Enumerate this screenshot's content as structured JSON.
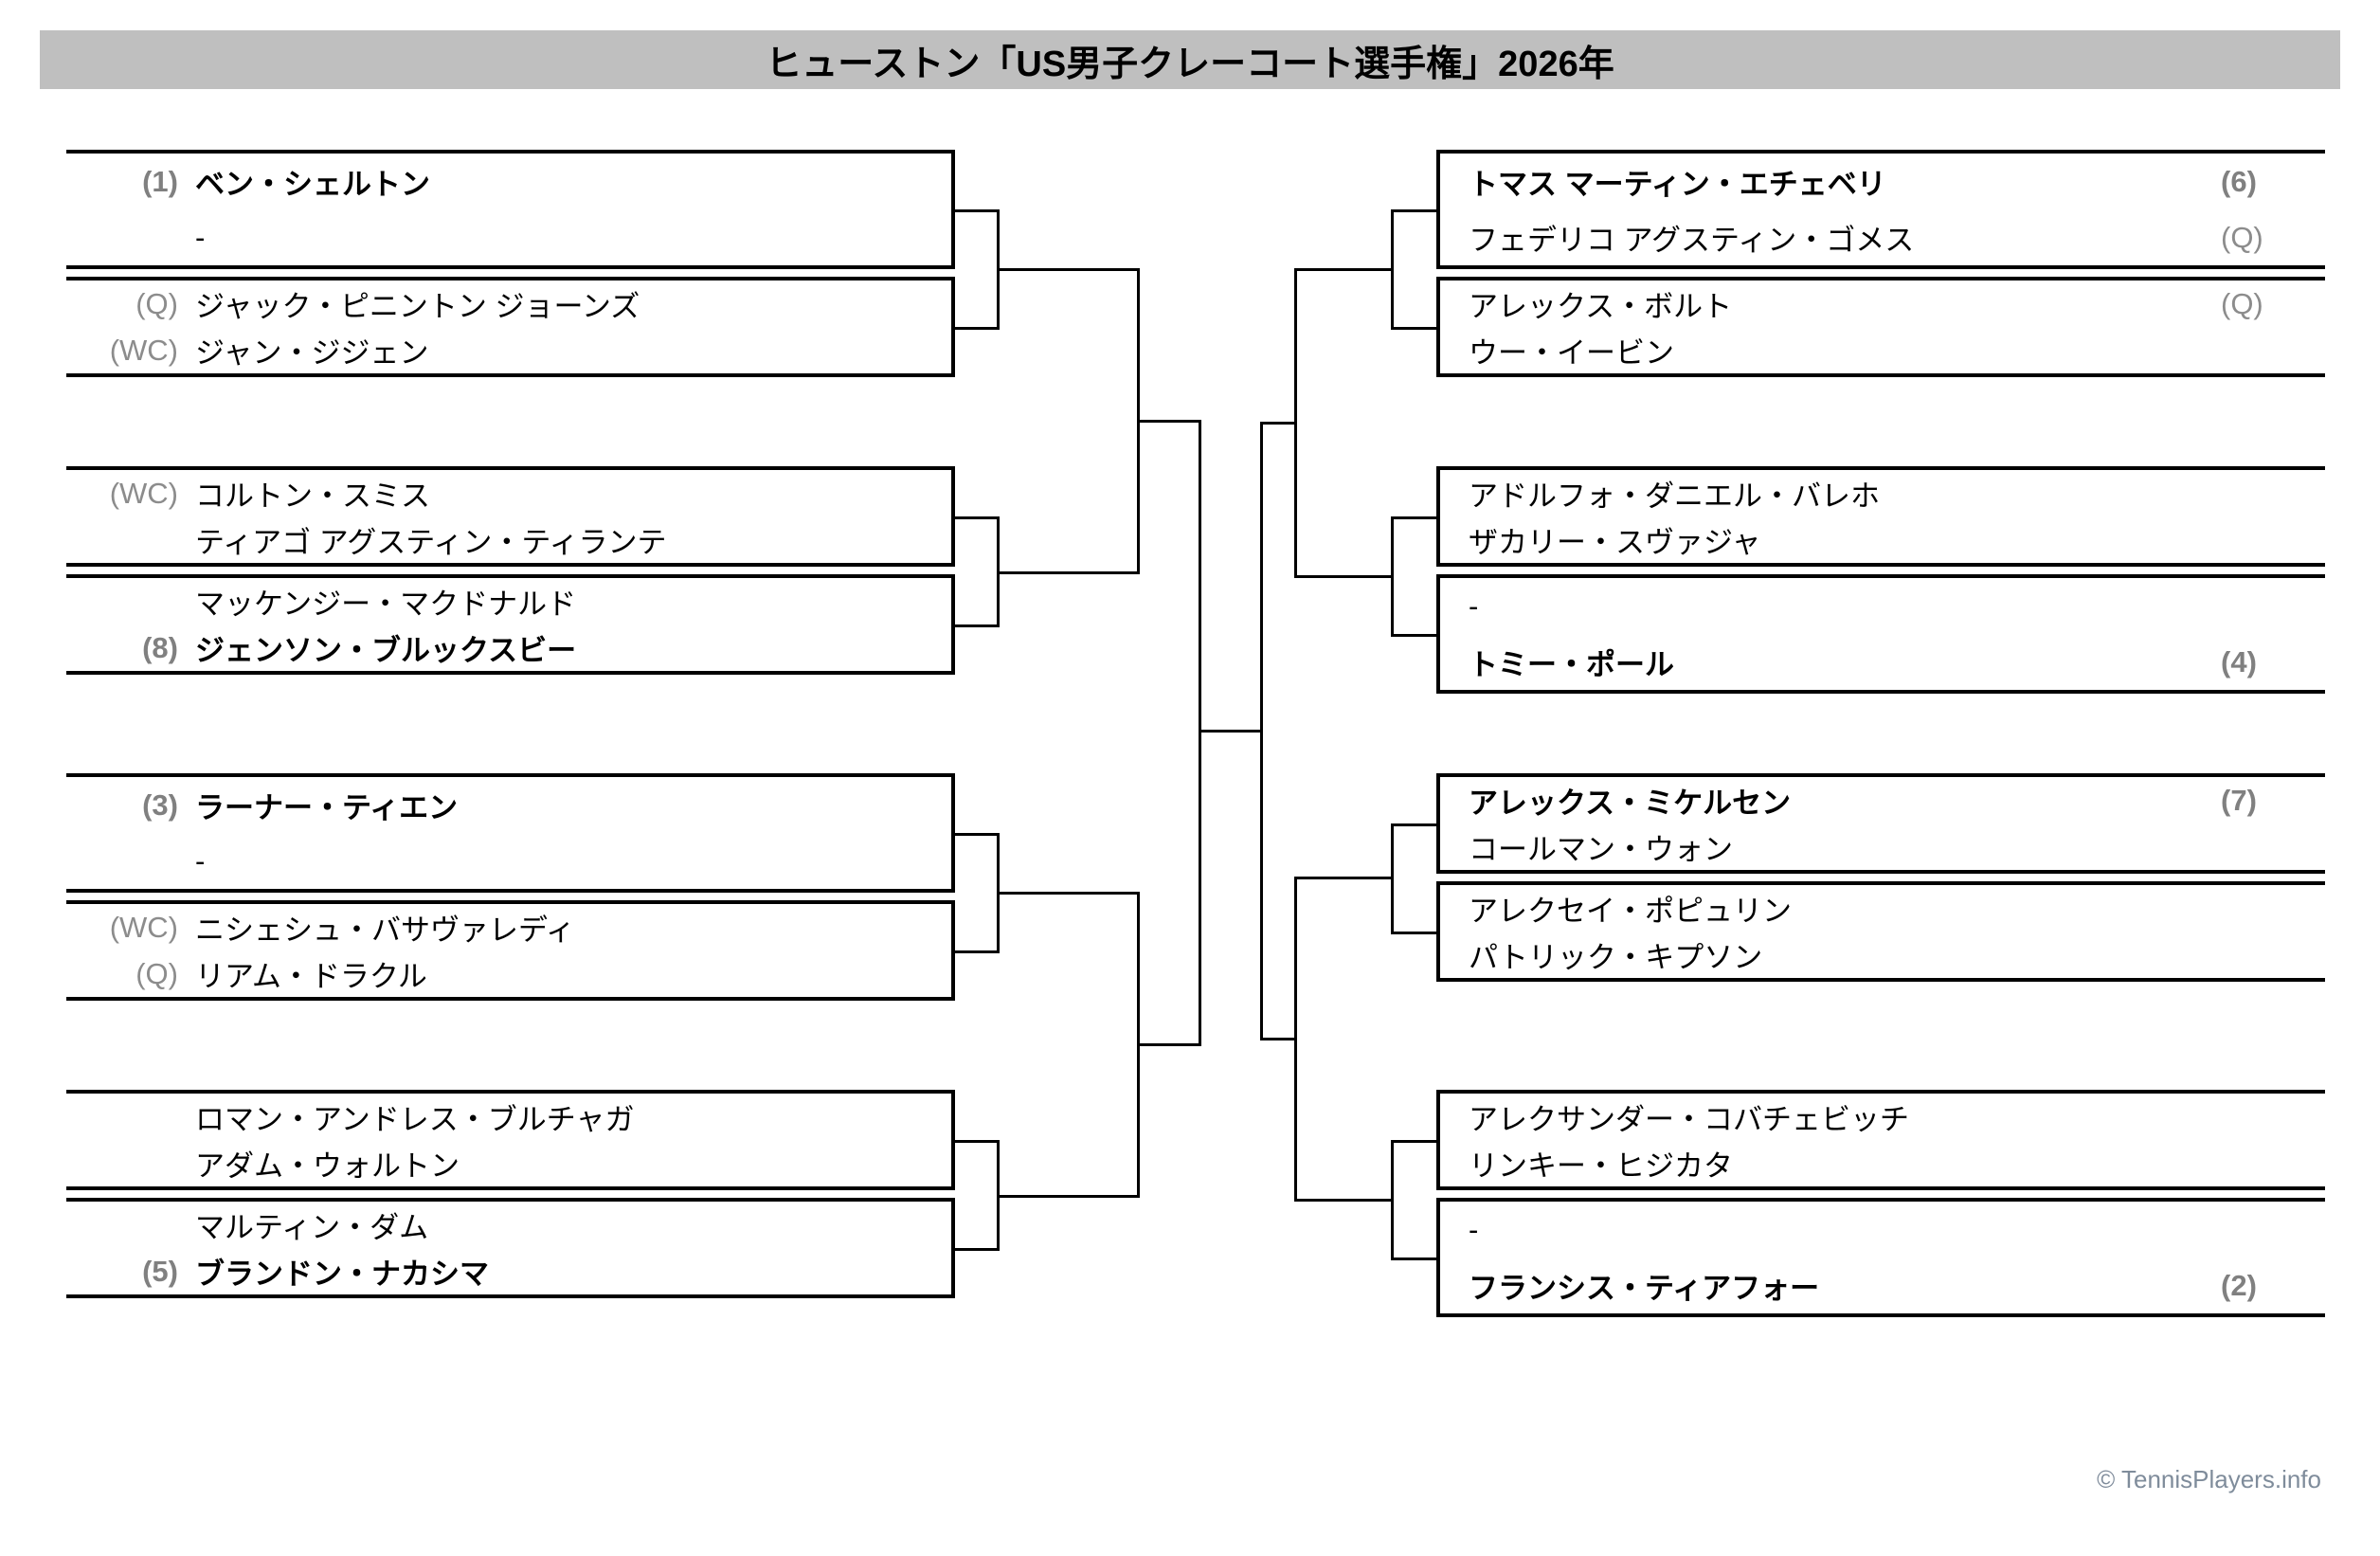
{
  "header": {
    "title": "ヒューストン「US男子クレーコート選手権」2026年"
  },
  "footer": {
    "copyright": "© TennisPlayers.info"
  },
  "colors": {
    "title_bar_background": "#bfbfbf",
    "line": "#000000",
    "tag_gray": "#8c8c8c",
    "seed_gray": "#808080",
    "footer_text": "#7f8c9b"
  },
  "left_half": {
    "matches": [
      {
        "id": "L1",
        "players": [
          {
            "tag": "(1)",
            "tag_type": "seed",
            "name": "ベン・シェルトン",
            "bold": true
          },
          {
            "tag": "",
            "tag_type": "none",
            "name": "-",
            "bold": false
          }
        ]
      },
      {
        "id": "L2",
        "players": [
          {
            "tag": "(Q)",
            "tag_type": "status",
            "name": "ジャック・ピニントン ジョーンズ",
            "bold": false
          },
          {
            "tag": "(WC)",
            "tag_type": "status",
            "name": "ジャン・ジジェン",
            "bold": false
          }
        ]
      },
      {
        "id": "L3",
        "players": [
          {
            "tag": "(WC)",
            "tag_type": "status",
            "name": "コルトン・スミス",
            "bold": false
          },
          {
            "tag": "",
            "tag_type": "none",
            "name": "ティアゴ アグスティン・ティランテ",
            "bold": false
          }
        ]
      },
      {
        "id": "L4",
        "players": [
          {
            "tag": "",
            "tag_type": "none",
            "name": "マッケンジー・マクドナルド",
            "bold": false
          },
          {
            "tag": "(8)",
            "tag_type": "seed",
            "name": "ジェンソン・ブルックスビー",
            "bold": true
          }
        ]
      },
      {
        "id": "L5",
        "players": [
          {
            "tag": "(3)",
            "tag_type": "seed",
            "name": "ラーナー・ティエン",
            "bold": true
          },
          {
            "tag": "",
            "tag_type": "none",
            "name": "-",
            "bold": false
          }
        ]
      },
      {
        "id": "L6",
        "players": [
          {
            "tag": "(WC)",
            "tag_type": "status",
            "name": "ニシェシュ・バサヴァレディ",
            "bold": false
          },
          {
            "tag": "(Q)",
            "tag_type": "status",
            "name": "リアム・ドラクル",
            "bold": false
          }
        ]
      },
      {
        "id": "L7",
        "players": [
          {
            "tag": "",
            "tag_type": "none",
            "name": "ロマン・アンドレス・ブルチャガ",
            "bold": false
          },
          {
            "tag": "",
            "tag_type": "none",
            "name": "アダム・ウォルトン",
            "bold": false
          }
        ]
      },
      {
        "id": "L8",
        "players": [
          {
            "tag": "",
            "tag_type": "none",
            "name": "マルティン・ダム",
            "bold": false
          },
          {
            "tag": "(5)",
            "tag_type": "seed",
            "name": "ブランドン・ナカシマ",
            "bold": true
          }
        ]
      }
    ]
  },
  "right_half": {
    "matches": [
      {
        "id": "R1",
        "players": [
          {
            "name": "トマス マーティン・エチェベリ",
            "bold": true,
            "tag": "(6)",
            "tag_type": "seed"
          },
          {
            "name": "フェデリコ アグスティン・ゴメス",
            "bold": false,
            "tag": "(Q)",
            "tag_type": "status"
          }
        ]
      },
      {
        "id": "R2",
        "players": [
          {
            "name": "アレックス・ボルト",
            "bold": false,
            "tag": "(Q)",
            "tag_type": "status"
          },
          {
            "name": "ウー・イービン",
            "bold": false,
            "tag": "",
            "tag_type": "none"
          }
        ]
      },
      {
        "id": "R3",
        "players": [
          {
            "name": "アドルフォ・ダニエル・バレホ",
            "bold": false,
            "tag": "",
            "tag_type": "none"
          },
          {
            "name": "ザカリー・スヴァジャ",
            "bold": false,
            "tag": "",
            "tag_type": "none"
          }
        ]
      },
      {
        "id": "R4",
        "players": [
          {
            "name": "-",
            "bold": false,
            "tag": "",
            "tag_type": "none"
          },
          {
            "name": "トミー・ポール",
            "bold": true,
            "tag": "(4)",
            "tag_type": "seed"
          }
        ]
      },
      {
        "id": "R5",
        "players": [
          {
            "name": "アレックス・ミケルセン",
            "bold": true,
            "tag": "(7)",
            "tag_type": "seed"
          },
          {
            "name": "コールマン・ウォン",
            "bold": false,
            "tag": "",
            "tag_type": "none"
          }
        ]
      },
      {
        "id": "R6",
        "players": [
          {
            "name": "アレクセイ・ポピュリン",
            "bold": false,
            "tag": "",
            "tag_type": "none"
          },
          {
            "name": "パトリック・キプソン",
            "bold": false,
            "tag": "",
            "tag_type": "none"
          }
        ]
      },
      {
        "id": "R7",
        "players": [
          {
            "name": "アレクサンダー・コバチェビッチ",
            "bold": false,
            "tag": "",
            "tag_type": "none"
          },
          {
            "name": "リンキー・ヒジカタ",
            "bold": false,
            "tag": "",
            "tag_type": "none"
          }
        ]
      },
      {
        "id": "R8",
        "players": [
          {
            "name": "-",
            "bold": false,
            "tag": "",
            "tag_type": "none"
          },
          {
            "name": "フランシス・ティアフォー",
            "bold": true,
            "tag": "(2)",
            "tag_type": "seed"
          }
        ]
      }
    ]
  }
}
